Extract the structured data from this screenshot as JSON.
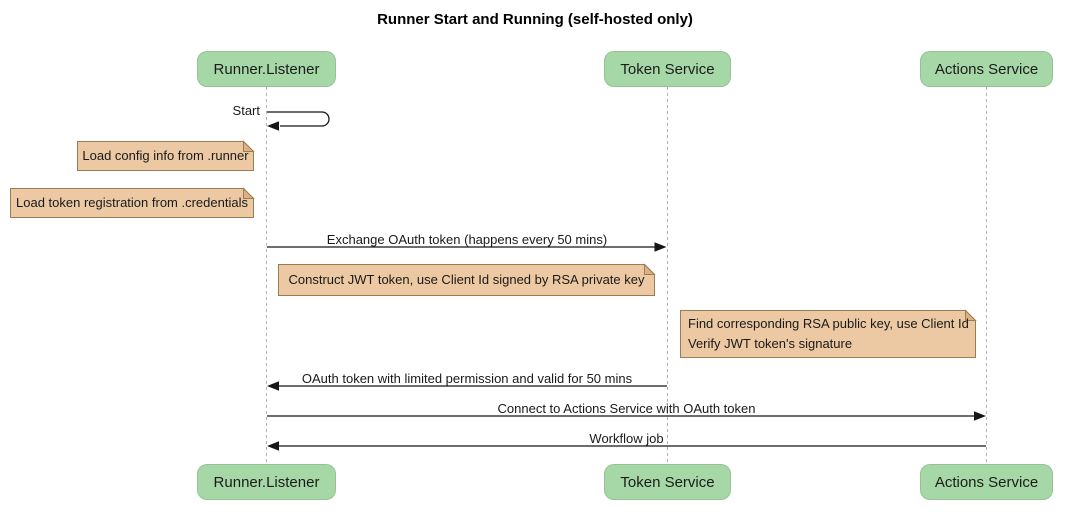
{
  "title": "Runner Start and Running (self-hosted only)",
  "participants": [
    {
      "name": "Runner.Listener"
    },
    {
      "name": "Token Service"
    },
    {
      "name": "Actions Service"
    }
  ],
  "messages": [
    {
      "label": "Start",
      "from": "Runner.Listener",
      "to": "Runner.Listener",
      "kind": "self"
    },
    {
      "label": "Exchange OAuth token (happens every 50 mins)",
      "from": "Runner.Listener",
      "to": "Token Service",
      "kind": "solid-arrow"
    },
    {
      "label": "OAuth token with limited permission and valid for 50 mins",
      "from": "Token Service",
      "to": "Runner.Listener",
      "kind": "solid-arrow"
    },
    {
      "label": "Connect to Actions Service with OAuth token",
      "from": "Runner.Listener",
      "to": "Actions Service",
      "kind": "solid-arrow"
    },
    {
      "label": "Workflow job",
      "from": "Actions Service",
      "to": "Runner.Listener",
      "kind": "solid-arrow"
    }
  ],
  "notes": [
    {
      "text": "Load config info from .runner"
    },
    {
      "text": "Load token registration from .credentials"
    },
    {
      "text": "Construct JWT token, use Client Id signed by RSA private key"
    },
    {
      "line1": "Find corresponding RSA public key, use Client Id",
      "line2": "Verify JWT token's signature"
    }
  ],
  "colors": {
    "participant_fill": "#A6D7A6",
    "note_fill": "#ECC9A3",
    "note_fold_fill": "#DDB183",
    "note_border": "#9C7C54",
    "line_color": "#161616",
    "lifeline_color": "#b3b3b3",
    "bg_color": "#ffffff"
  }
}
